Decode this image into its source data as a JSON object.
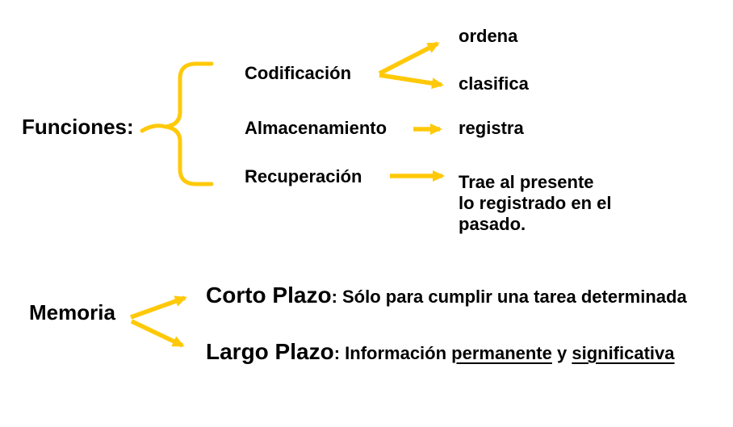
{
  "colors": {
    "background": "#ffffff",
    "accent_gold": "#FFC90A",
    "text": "#000000"
  },
  "functions_section": {
    "title": "Funciones:",
    "terms": [
      {
        "label": "Codificación"
      },
      {
        "label": "Almacenamiento"
      },
      {
        "label": "Recuperación"
      }
    ],
    "results": {
      "ordena": "ordena",
      "clasifica": "clasifica",
      "registra": "registra",
      "trae_line1": "Trae al presente",
      "trae_line2": "lo registrado en el",
      "trae_line3": "pasado."
    }
  },
  "memory_section": {
    "title": "Memoria",
    "corto": {
      "term": "Corto Plazo",
      "description": ": Sólo para cumplir una tarea determinada"
    },
    "largo": {
      "term": "Largo Plazo",
      "desc_prefix": ": Información ",
      "underlined_1": "permanente",
      "conjunction": " y ",
      "underlined_2": "significativa"
    }
  }
}
